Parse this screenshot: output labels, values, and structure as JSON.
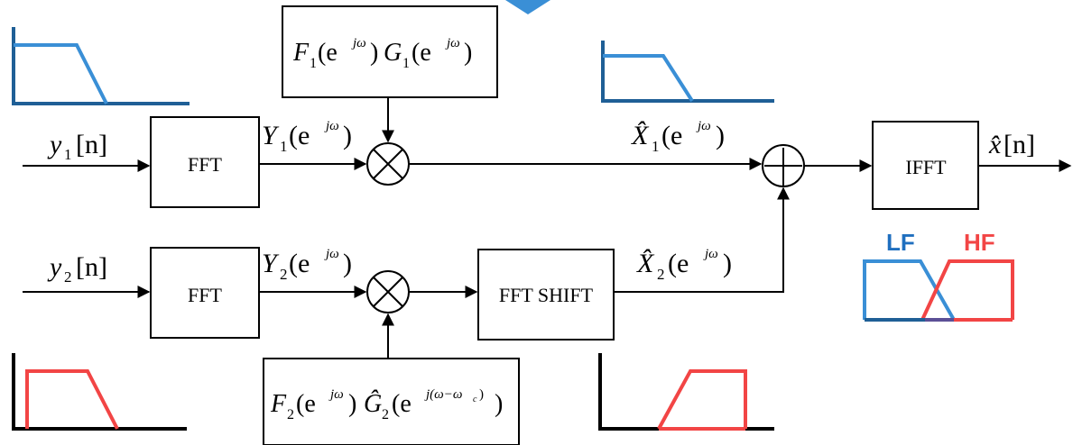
{
  "colors": {
    "low_band": "#3a8fd6",
    "low_band_dark": "#1f5f96",
    "high_band": "#f24545",
    "accent_top": "#3a8fd6"
  },
  "signals": {
    "y1": "y",
    "y1_sub": "1",
    "y1_arg": "[n]",
    "y2": "y",
    "y2_sub": "2",
    "y2_arg": "[n]",
    "Y1": "Y",
    "Y1_sub": "1",
    "Y1_arg": "(e",
    "Y1_exp": "jω",
    "Y1_close": ")",
    "Y2": "Y",
    "Y2_sub": "2",
    "Y2_arg": "(e",
    "Y2_exp": "jω",
    "Y2_close": ")",
    "X1": "X̂",
    "X1_sub": "1",
    "X1_arg": "(e",
    "X1_exp": "jω",
    "X1_close": ")",
    "X2": "X̂",
    "X2_sub": "2",
    "X2_arg": "(e",
    "X2_exp": "jω",
    "X2_close": ")",
    "xout": "x̂",
    "xout_arg": "[n]"
  },
  "blocks": {
    "fft1": "FFT",
    "fft2": "FFT",
    "ifft": "IFFT",
    "fftshift": "FFT SHIFT",
    "filter1": {
      "F": "F",
      "F_sub": "1",
      "F_arg": "(e",
      "F_exp": "jω",
      "F_close": ")",
      "G": "G",
      "G_sub": "1",
      "G_arg": "(e",
      "G_exp": "jω",
      "G_close": ")"
    },
    "filter2": {
      "F": "F",
      "F_sub": "2",
      "F_arg": "(e",
      "F_exp": "jω",
      "F_close": ")",
      "G": "Ĝ",
      "G_sub": "2",
      "G_arg": "(e",
      "G_exp": "j(ω−ω",
      "G_exp_sub": "c",
      "G_exp_close": ")",
      "G_close": ")"
    }
  },
  "legend": {
    "lf": "LF",
    "hf": "HF"
  }
}
